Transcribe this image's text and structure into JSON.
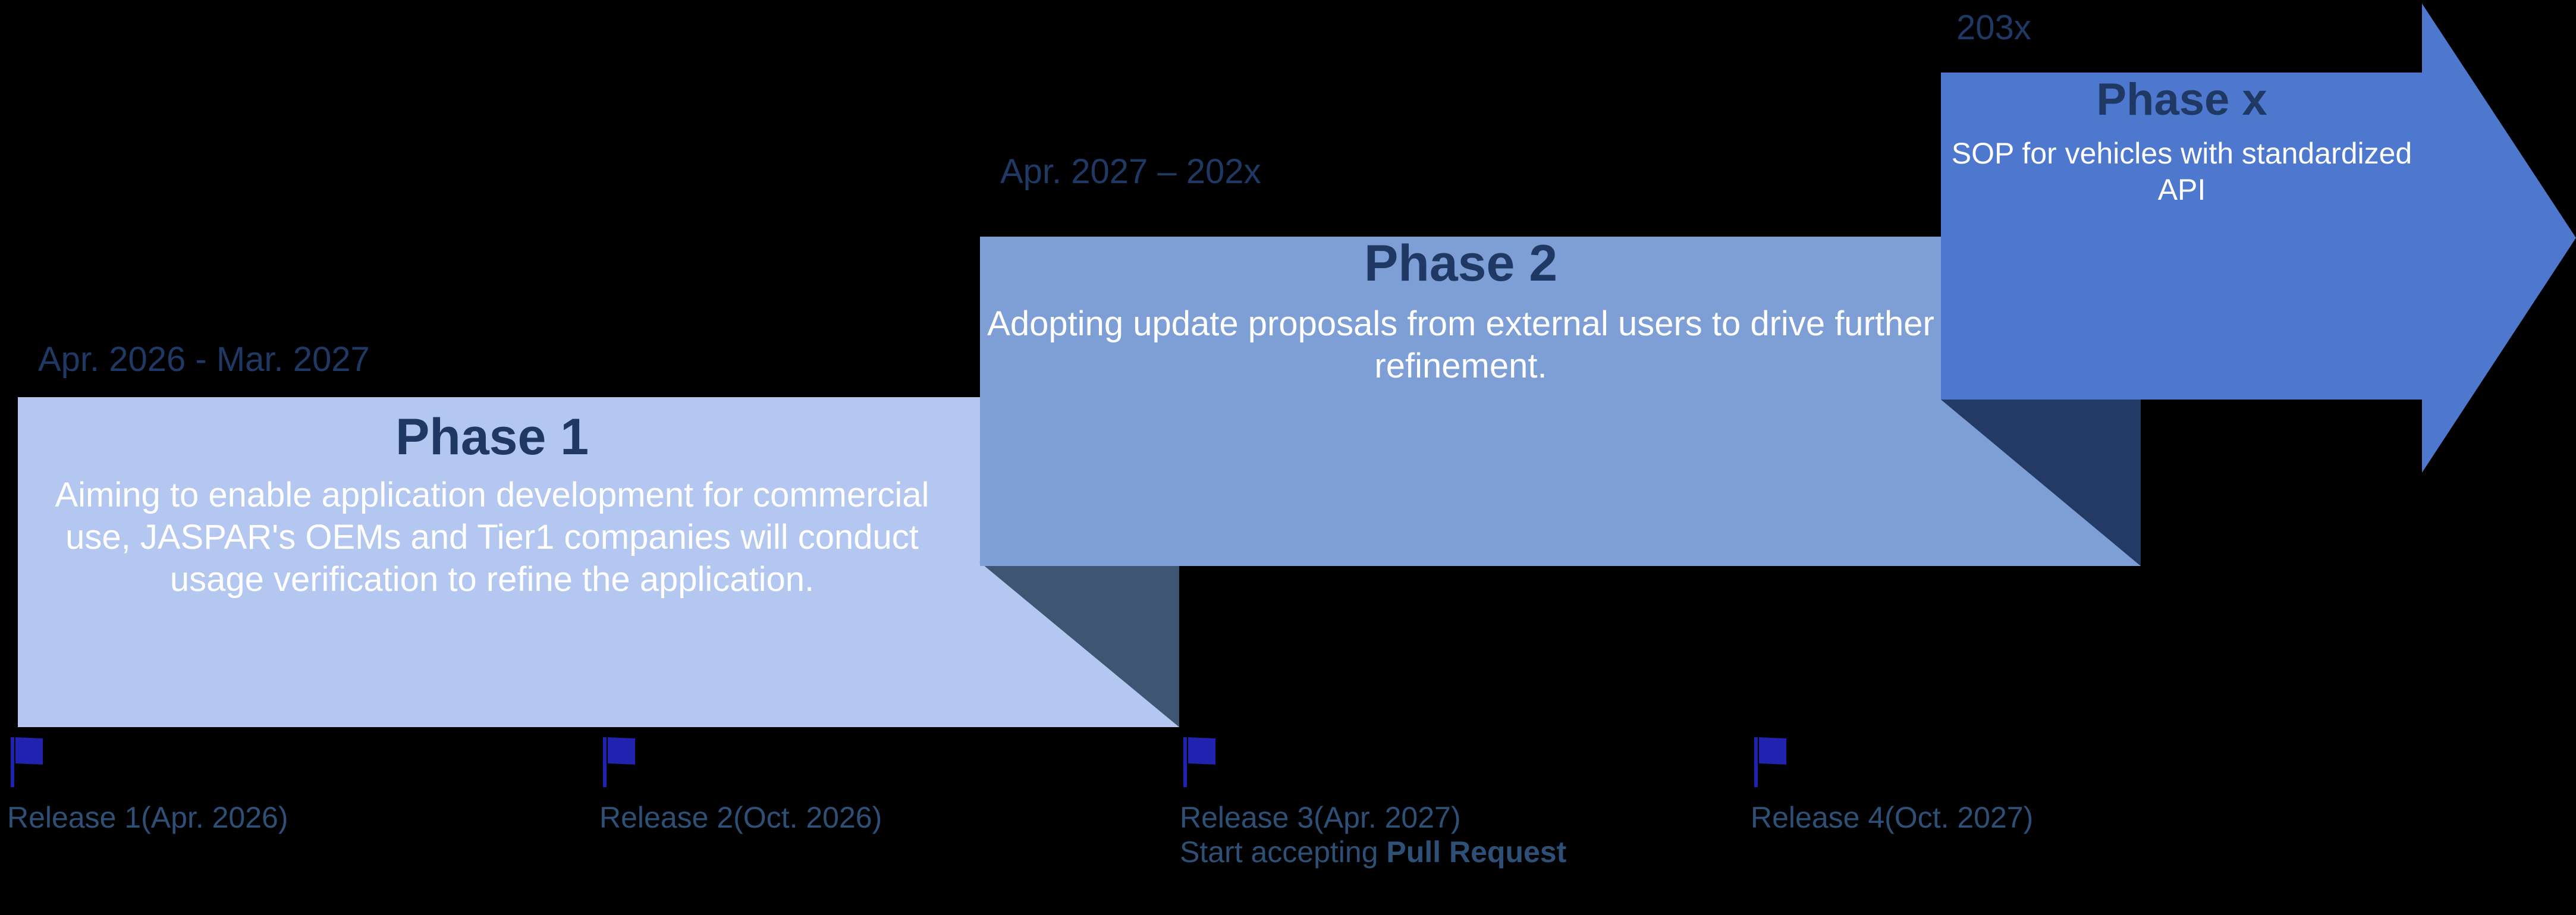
{
  "diagram": {
    "title": "JASPAR application development roadmap",
    "background_color": "#000000",
    "palette": {
      "phase1_fill": "#B4C7F0",
      "phase2_fill": "#7E9ED6",
      "phasex_fill": "#4E78CE",
      "phase1_shadow": "#3E5573",
      "phase2_shadow": "#233A66",
      "heading_color": "#1F3864",
      "date_color": "#1F3864",
      "body_color": "#FFFFFF",
      "milestone_label_color": "#2E5077",
      "flag_color": "#1F23B0"
    }
  },
  "phases": [
    {
      "id": "phase1",
      "date_range": "Apr. 2026 - Mar. 2027",
      "title": "Phase 1",
      "body": "Aiming to enable application development for commercial use, JASPAR's OEMs and Tier1 companies will conduct usage verification to refine the application."
    },
    {
      "id": "phase2",
      "date_range": "Apr. 2027 – 202x",
      "title": "Phase 2",
      "body": "Adopting update proposals from external users to drive further refinement."
    },
    {
      "id": "phasex",
      "date_range": "203x",
      "title": "Phase x",
      "body": "SOP for vehicles with standardized API"
    }
  ],
  "milestones": [
    {
      "icon": "flag-icon",
      "label": "Release 1(Apr. 2026)",
      "sub_prefix": "",
      "sub_bold": "",
      "sub_suffix": ""
    },
    {
      "icon": "flag-icon",
      "label": "Release 2(Oct. 2026)",
      "sub_prefix": "",
      "sub_bold": "",
      "sub_suffix": ""
    },
    {
      "icon": "flag-icon",
      "label": "Release 3(Apr. 2027)",
      "sub_prefix": "Start accepting ",
      "sub_bold": "Pull Request",
      "sub_suffix": ""
    },
    {
      "icon": "flag-icon",
      "label": "Release 4(Oct. 2027)",
      "sub_prefix": "",
      "sub_bold": "",
      "sub_suffix": ""
    }
  ]
}
